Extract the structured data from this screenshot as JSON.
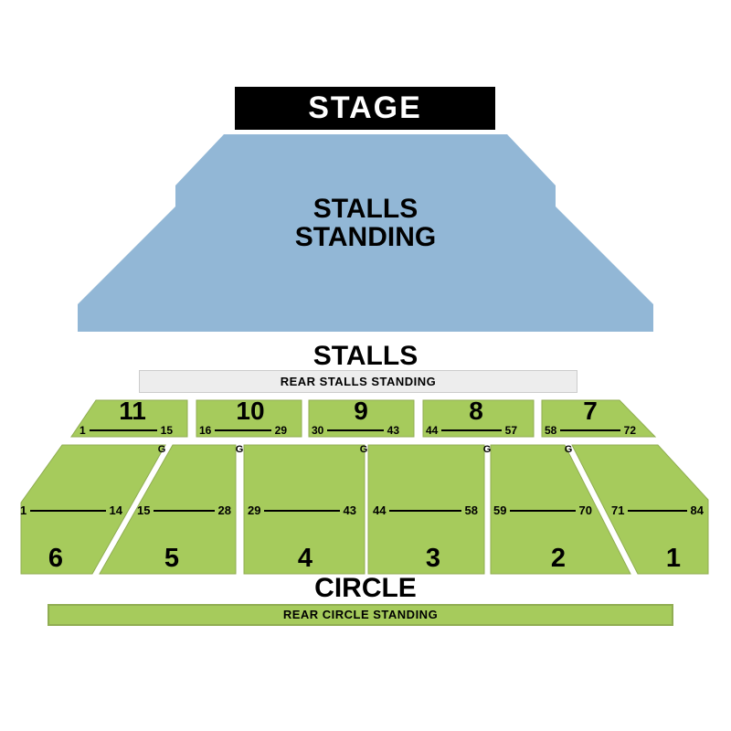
{
  "stage": {
    "label": "STAGE"
  },
  "areas": {
    "stalls_standing": "STALLS\nSTANDING",
    "rear_stalls_standing": "REAR STALLS STANDING",
    "rear_circle_standing": "REAR CIRCLE STANDING"
  },
  "headings": {
    "stalls": "STALLS",
    "circle": "CIRCLE"
  },
  "gangway_label": "G",
  "blocks": {
    "upper": [
      {
        "number": "11",
        "first_seat": "1",
        "last_seat": "15"
      },
      {
        "number": "10",
        "first_seat": "16",
        "last_seat": "29"
      },
      {
        "number": "9",
        "first_seat": "30",
        "last_seat": "43"
      },
      {
        "number": "8",
        "first_seat": "44",
        "last_seat": "57"
      },
      {
        "number": "7",
        "first_seat": "58",
        "last_seat": "72"
      }
    ],
    "lower": [
      {
        "number": "6",
        "first_seat": "1",
        "last_seat": "14"
      },
      {
        "number": "5",
        "first_seat": "15",
        "last_seat": "28"
      },
      {
        "number": "4",
        "first_seat": "29",
        "last_seat": "43"
      },
      {
        "number": "3",
        "first_seat": "44",
        "last_seat": "58"
      },
      {
        "number": "2",
        "first_seat": "59",
        "last_seat": "70"
      },
      {
        "number": "1",
        "first_seat": "71",
        "last_seat": "84"
      }
    ]
  },
  "colors": {
    "stage_bg": "#000000",
    "stage_text": "#ffffff",
    "stalls_standing_fill": "#92b7d6",
    "seat_block_fill": "#a6cb5c",
    "seat_block_border": "#90ad52",
    "rear_stalls_fill": "#ededed",
    "rear_stalls_border": "#cccccc",
    "text": "#000000"
  }
}
